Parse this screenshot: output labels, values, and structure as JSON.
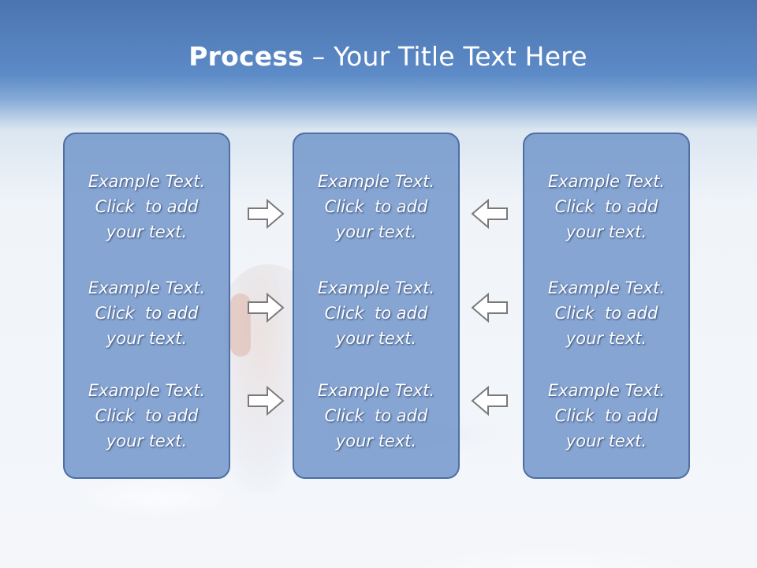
{
  "slide": {
    "title_bold": "Process",
    "title_rest": " – Your Title Text Here"
  },
  "columns": [
    {
      "items": [
        {
          "line1": "Example Text.",
          "line2": "Click  to add",
          "line3": "your text."
        },
        {
          "line1": "Example Text.",
          "line2": "Click  to add",
          "line3": "your text."
        },
        {
          "line1": "Example Text.",
          "line2": "Click  to add",
          "line3": "your text."
        }
      ]
    },
    {
      "items": [
        {
          "line1": "Example Text.",
          "line2": "Click  to add",
          "line3": "your text."
        },
        {
          "line1": "Example Text.",
          "line2": "Click  to add",
          "line3": "your text."
        },
        {
          "line1": "Example Text.",
          "line2": "Click  to add",
          "line3": "your text."
        }
      ]
    },
    {
      "items": [
        {
          "line1": "Example Text.",
          "line2": "Click  to add",
          "line3": "your text."
        },
        {
          "line1": "Example Text.",
          "line2": "Click  to add",
          "line3": "your text."
        },
        {
          "line1": "Example Text.",
          "line2": "Click  to add",
          "line3": "your text."
        }
      ]
    }
  ],
  "arrows": {
    "left_group": [
      "right-arrow-icon",
      "right-arrow-icon",
      "right-arrow-icon"
    ],
    "right_group": [
      "left-arrow-icon",
      "left-arrow-icon",
      "left-arrow-icon"
    ]
  },
  "colors": {
    "panel_fill": "#6b91c8",
    "panel_border": "#4d6fa3",
    "header_blue": "#4a74b0",
    "arrow_stroke": "#7a7a7a"
  }
}
